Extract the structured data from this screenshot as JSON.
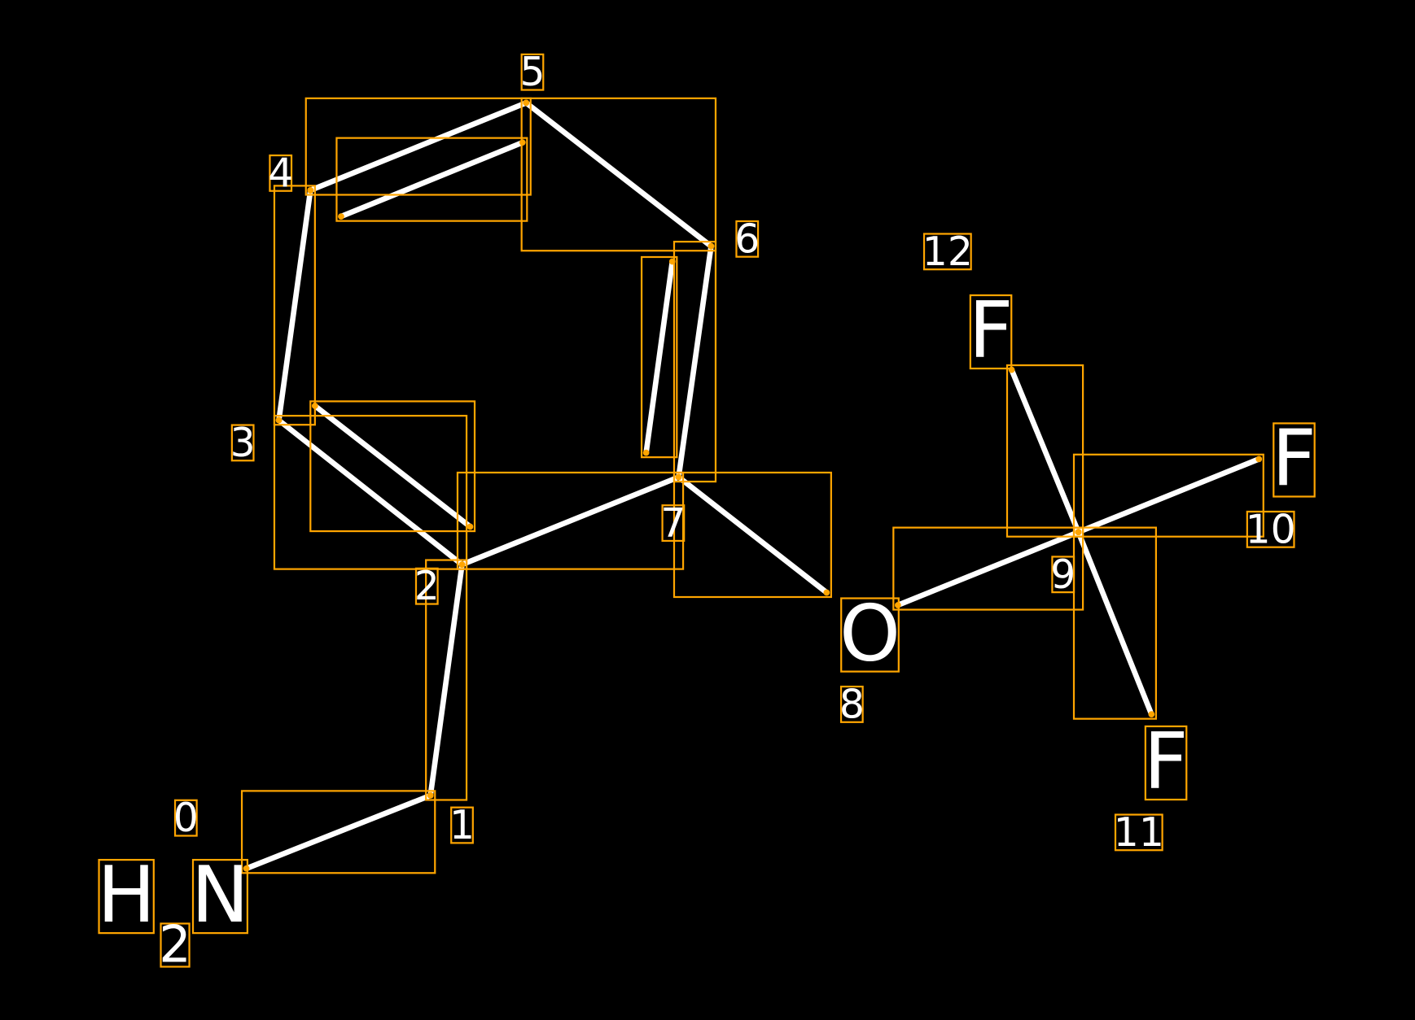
{
  "diagram": {
    "title": "",
    "colors": {
      "background": "#000000",
      "bond": "#FFFFFF",
      "box": "#FFA500"
    },
    "atom_labels": {
      "n": "N",
      "h": "H",
      "h_count": "2",
      "o": "O",
      "f10": "F",
      "f11": "F",
      "f12": "F"
    },
    "indices": [
      "0",
      "1",
      "2",
      "3",
      "4",
      "5",
      "6",
      "7",
      "8",
      "9",
      "10",
      "11",
      "12"
    ]
  }
}
